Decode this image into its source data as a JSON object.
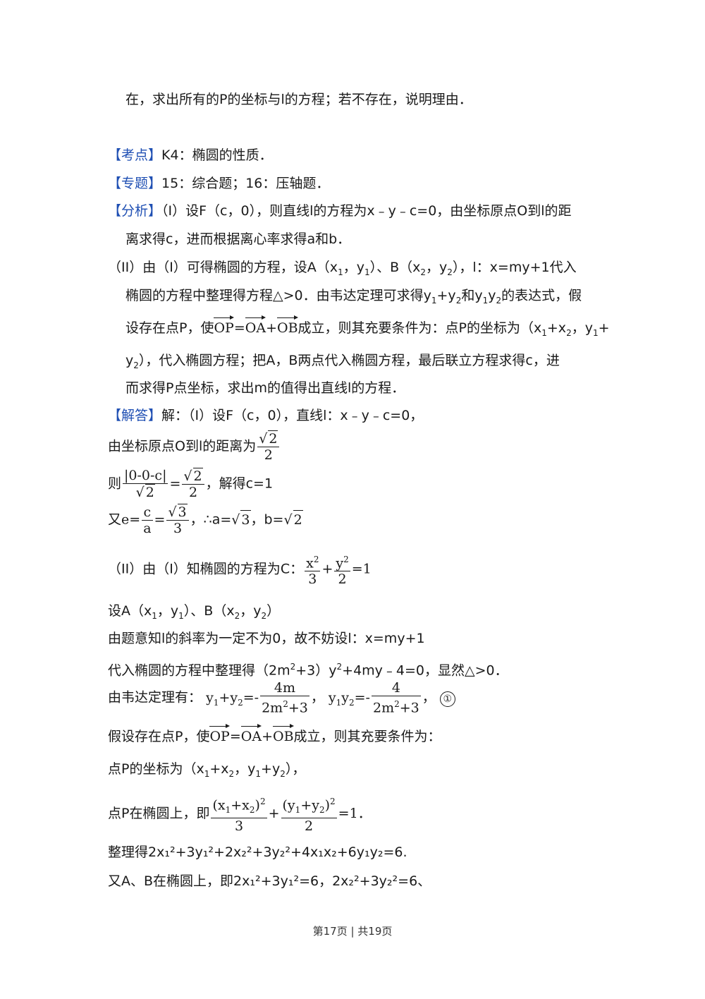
{
  "l1": "在，求出所有的P的坐标与l的方程；若不存在，说明理由．",
  "kd_tag": "【考点】",
  "kd_text": "K4：椭圆的性质．",
  "zt_tag": "【专题】",
  "zt_text": "15：综合题；16：压轴题．",
  "fx_tag": "【分析】",
  "fx1": "（I）设F（c，0），则直线l的方程为x﹣y﹣c=0，由坐标原点O到l的距",
  "fx2": "离求得c，进而根据离心率求得a和b．",
  "fx3_a": "（II）由（I）可得椭圆的方程，设A（x",
  "fx3_b": "，y",
  "fx3_c": "）、B（x",
  "fx3_d": "，y",
  "fx3_e": "），l：x=my+1代入",
  "fx4_a": "椭圆的方程中整理得方程△>0．由韦达定理可求得y",
  "fx4_b": "+y",
  "fx4_c": "和y",
  "fx4_d": "y",
  "fx4_e": "的表达式，假",
  "fx5_a": "设存在点P，使",
  "fx5_b": "成立，则其充要条件为：点P的坐标为（x",
  "fx5_c": "+x",
  "fx5_d": "，y",
  "fx5_e": "+",
  "fx6_a": "y",
  "fx6_b": "），代入椭圆方程；把A，B两点代入椭圆方程，最后联立方程求得c，进",
  "fx7": "而求得P点坐标，求出m的值得出直线l的方程．",
  "jd_tag": "【解答】",
  "jd1": "解：（I）设F（c，0），直线l：x﹣y﹣c=0，",
  "jd2": "由坐标原点O到l的距离为",
  "jd3_a": "则",
  "jd3_b": "，解得c=1",
  "jd4_a": "又",
  "jd4_b": "，∴a=",
  "jd4_c": "，b=",
  "jd5_a": "（II）由（I）知椭圆的方程为",
  "jd5_c": "C：",
  "jd6_a": "设A（x",
  "jd6_b": "，y",
  "jd6_c": "）、B（x",
  "jd6_d": "，y",
  "jd6_e": "）",
  "jd7": "由题意知l的斜率为一定不为0，故不妨设l：x=my+1",
  "jd8_a": "代入椭圆的方程中整理得（2m",
  "jd8_b": "+3）y",
  "jd8_c": "+4my﹣4=0，显然△>0．",
  "jd9_a": "由韦达定理有：",
  "circ1": "①",
  "jd10_a": "假设存在点P，使",
  "jd10_b": "成立，则其充要条件为：",
  "jd11_a": "点P的坐标为（x",
  "jd11_b": "+x",
  "jd11_c": "，y",
  "jd11_d": "+y",
  "jd11_e": "），",
  "jd12_a": "点P在椭圆上，即",
  "jd13": "整理得2x₁²+3y₁²+2x₂²+3y₂²+4x₁x₂+6y₁y₂=6.",
  "jd14": "又A、B在椭圆上，即2x₁²+3y₁²=6，2x₂²+3y₂²=6、",
  "footer": "第17页 | 共19页"
}
